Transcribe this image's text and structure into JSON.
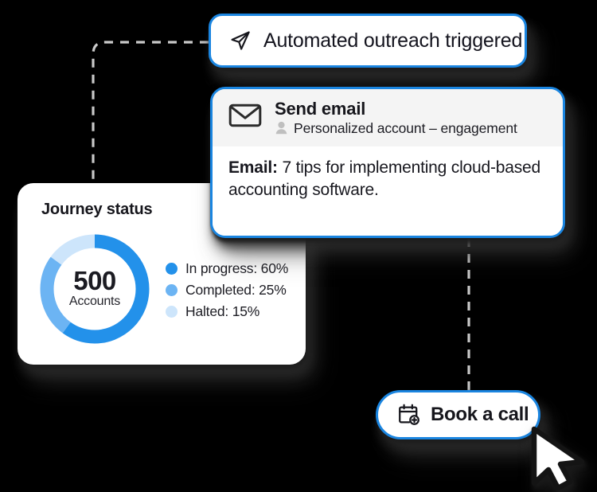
{
  "theme": {
    "accent_blue": "#1a85e0",
    "background": "#000000",
    "card_background": "#ffffff",
    "header_background": "#f4f4f4",
    "text_dark": "#16161c",
    "muted_gray": "#bcbcbc"
  },
  "outreach_pill": {
    "icon": "paper-plane-icon",
    "label": "Automated outreach triggered"
  },
  "email_card": {
    "icon": "envelope-icon",
    "title": "Send email",
    "audience_icon": "person-icon",
    "audience": "Personalized account – engagement",
    "body_label": "Email:",
    "body_text": "7 tips for implementing cloud-based accounting software."
  },
  "journey_card": {
    "title": "Journey status",
    "center_value": "500",
    "center_caption": "Accounts"
  },
  "book_pill": {
    "icon": "calendar-plus-icon",
    "label": "Book a call"
  },
  "cursor": {
    "icon": "arrow-pointer-icon"
  },
  "chart_data": {
    "type": "pie",
    "title": "Journey status",
    "center_value": "500",
    "center_label": "Accounts",
    "total_accounts": 500,
    "unit": "%",
    "donut": true,
    "start_angle_deg": 0,
    "direction": "clockwise",
    "legend_position": "right",
    "categories": [
      "In progress",
      "Completed",
      "Halted"
    ],
    "values": [
      60,
      25,
      15
    ],
    "colors": [
      "#2391ea",
      "#6cb4f3",
      "#cde5fb"
    ],
    "legend": [
      {
        "label": "In progress",
        "value": 60,
        "text": "In progress: 60%",
        "color": "#2391ea"
      },
      {
        "label": "Completed",
        "value": 25,
        "text": "Completed: 25%",
        "color": "#6cb4f3"
      },
      {
        "label": "Halted",
        "value": 15,
        "text": "Halted: 15%",
        "color": "#cde5fb"
      }
    ]
  }
}
